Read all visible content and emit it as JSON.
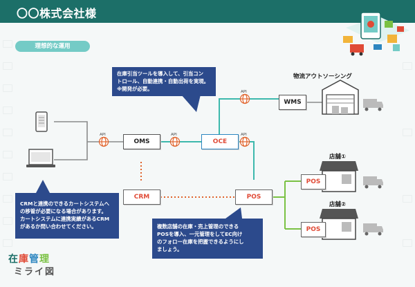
{
  "header": {
    "title": "〇〇株式会社様"
  },
  "section_tag": "理想的な運用",
  "nodes": {
    "oms": "OMS",
    "oce": "OCE",
    "crm": "CRM",
    "pos": "POS",
    "wms": "WMS",
    "store1_pos": "POS",
    "store2_pos": "POS"
  },
  "api_label": "API",
  "labels": {
    "outsourcing": "物流アウトソーシング",
    "store1": "店舗①",
    "store2": "店舗②"
  },
  "callouts": {
    "oce": [
      "在庫引当ツールを導入して、引当コン",
      "トロール、自動連携・自動出荷を実現。",
      "※開発が必要。"
    ],
    "crm": [
      "CRMと連携のできるカートシステムへ",
      "の移管が必要になる場合があります。",
      "カートシステムに連携実績があるCRM",
      "があるか問い合わせてください。"
    ],
    "pos": [
      "複数店舗の在庫・売上管理のできる",
      "POSを導入、一元管理をしてEC向け",
      "のフォロー在庫を把握できるようにし",
      "ましょう。"
    ]
  },
  "logo": {
    "line1": [
      "在",
      "庫",
      "管",
      "理"
    ],
    "line2": "ミライ図"
  },
  "colors": {
    "header": "#1c6f68",
    "teal_line": "#3cb8ac",
    "green_line": "#7ac143",
    "callout": "#2c4a8c",
    "red_text": "#e04a36",
    "crm_link": "#e0622a",
    "tag": "#74cbc6"
  },
  "icons": [
    "smartphone-icon",
    "shop-laptop-icon",
    "globe-api-icon",
    "warehouse-icon",
    "truck-icon",
    "store-icon",
    "ecommerce-illustration"
  ]
}
